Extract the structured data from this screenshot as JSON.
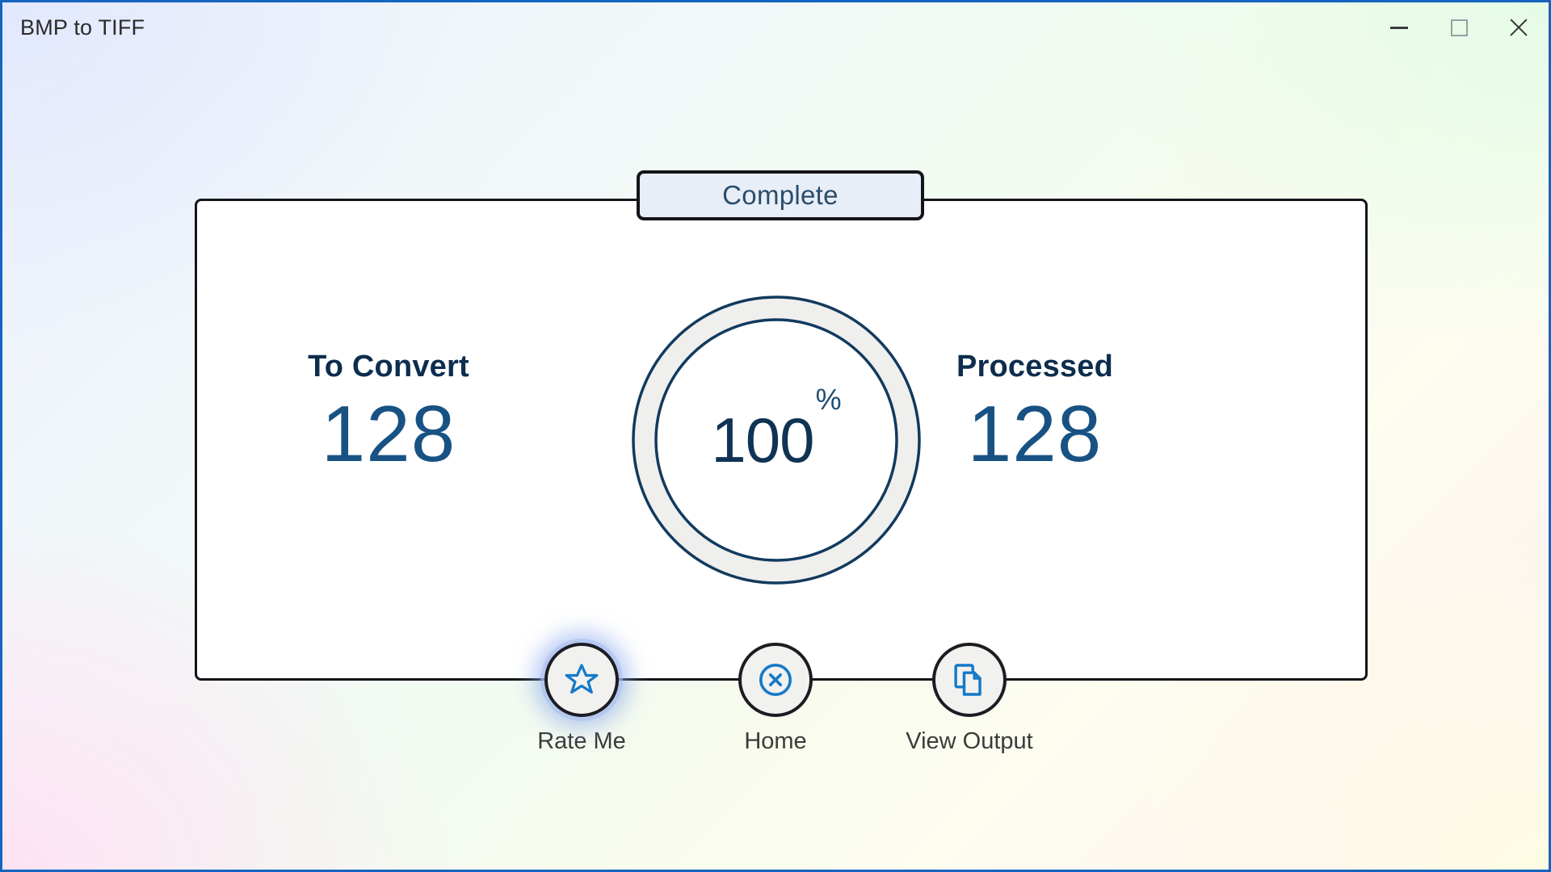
{
  "window": {
    "title": "BMP to TIFF",
    "border_color": "#1565c0",
    "controls": [
      {
        "name": "minimize",
        "icon": "minimize-icon",
        "label": "–"
      },
      {
        "name": "maximize",
        "icon": "maximize-icon",
        "label": "□"
      },
      {
        "name": "close",
        "icon": "close-icon",
        "label": "✕"
      }
    ]
  },
  "status": {
    "label": "Complete",
    "text_color": "#2a4d6b",
    "fill_color": "#e8eef7"
  },
  "stats": {
    "left": {
      "label": "To Convert",
      "value": "128"
    },
    "right": {
      "label": "Processed",
      "value": "128"
    }
  },
  "progress": {
    "value": "100",
    "unit": "%",
    "percent": 100,
    "ring_track_color": "#efefed",
    "ring_outline_color": "#123a5e",
    "text_color": "#0f3354"
  },
  "colors": {
    "accent_blue": "#1579c8",
    "label_navy": "#0d2d4e",
    "value_blue": "#185283",
    "card_border": "#14141a",
    "card_background": "#ffffff"
  },
  "actions": [
    {
      "label": "Rate Me",
      "icon": "star-icon",
      "highlighted": true
    },
    {
      "label": "Home",
      "icon": "close-circle-icon",
      "highlighted": false
    },
    {
      "label": "View Output",
      "icon": "copy-documents-icon",
      "highlighted": false
    }
  ]
}
